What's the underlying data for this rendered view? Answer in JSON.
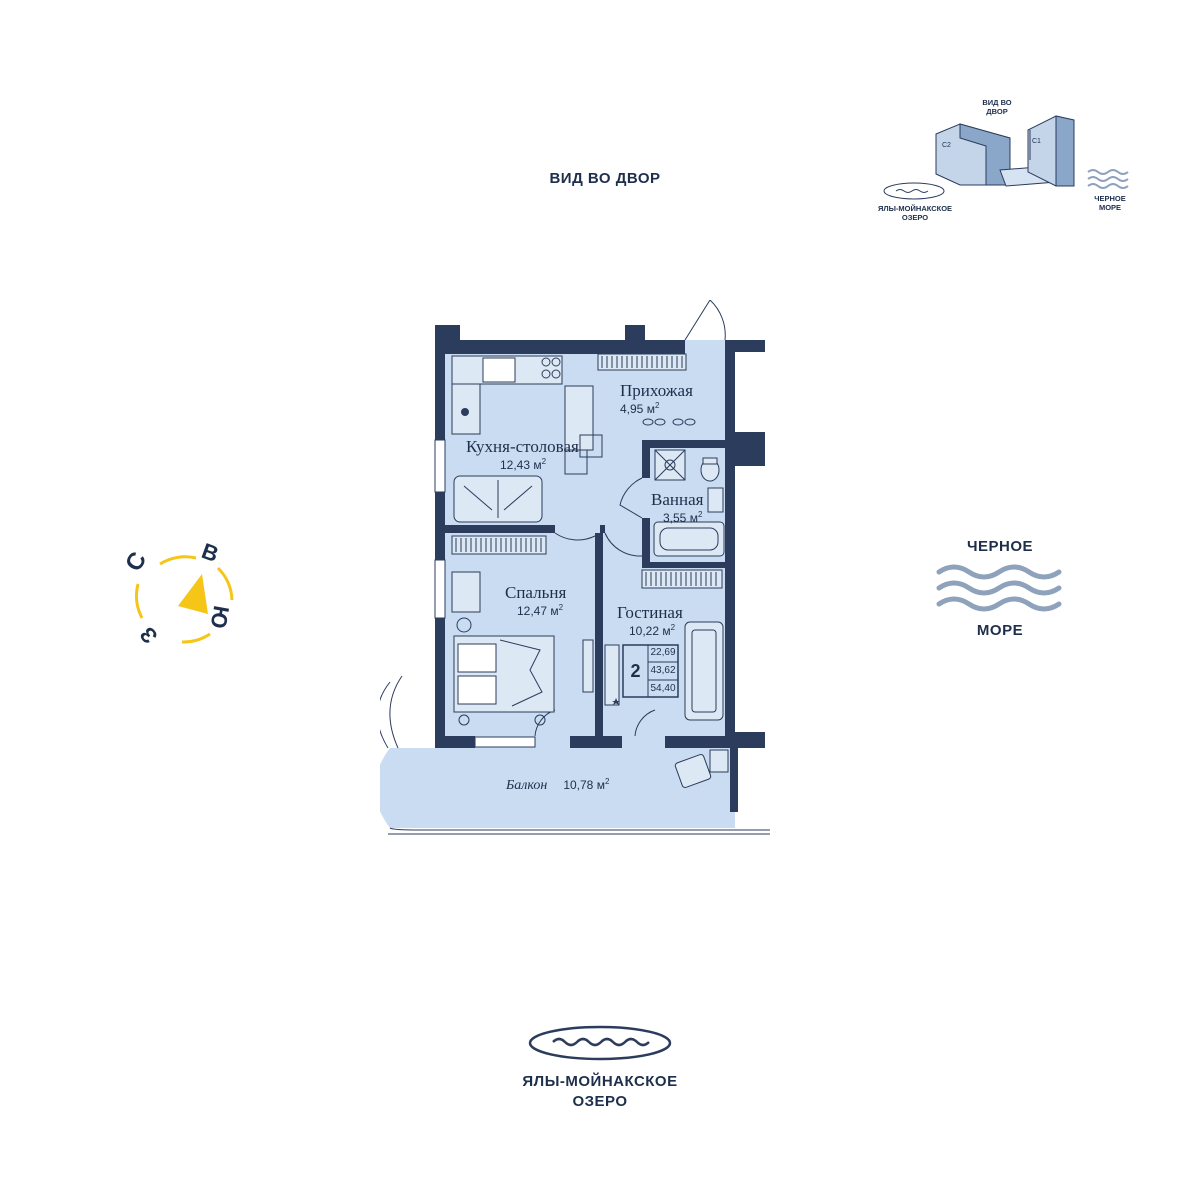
{
  "colors": {
    "wall": "#2b3c5c",
    "floor": "#c9dcf1",
    "accent_yellow": "#f5c518",
    "sea": "#8ea2bb",
    "ink": "#1e2f4c"
  },
  "view_top": "ВИД ВО ДВОР",
  "sea_label": {
    "line1": "ЧЕРНОЕ",
    "line2": "МОРЕ"
  },
  "lake_label": {
    "line1": "ЯЛЫ-МОЙНАКСКОЕ",
    "line2": "ОЗЕРО"
  },
  "compass": {
    "north": "С",
    "east": "В",
    "south": "Ю",
    "west": "З"
  },
  "rooms": [
    {
      "id": "hallway",
      "name": "Прихожая",
      "area": "4,95 м",
      "unit": "2"
    },
    {
      "id": "kitchen",
      "name": "Кухня-столовая",
      "area": "12,43 м",
      "unit": "2"
    },
    {
      "id": "bathroom",
      "name": "Ванная",
      "area": "3,55 м",
      "unit": "2"
    },
    {
      "id": "bedroom",
      "name": "Спальня",
      "area": "12,47 м",
      "unit": "2"
    },
    {
      "id": "living",
      "name": "Гостиная",
      "area": "10,22 м",
      "unit": "2"
    },
    {
      "id": "balcony",
      "name": "Балкон",
      "area": "10,78 м",
      "unit": "2"
    }
  ],
  "apartment_info": {
    "rooms_count": "2",
    "living_area": "22,69",
    "total_area": "43,62",
    "area_with_balcony": "54,40"
  },
  "minimap": {
    "view_label_line1": "ВИД ВО",
    "view_label_line2": "ДВОР",
    "block_c2": "С2",
    "block_c1": "С1",
    "lake_line1": "ЯЛЫ-МОЙНАКСКОЕ",
    "lake_line2": "ОЗЕРО",
    "sea_line1": "ЧЕРНОЕ",
    "sea_line2": "МОРЕ"
  }
}
